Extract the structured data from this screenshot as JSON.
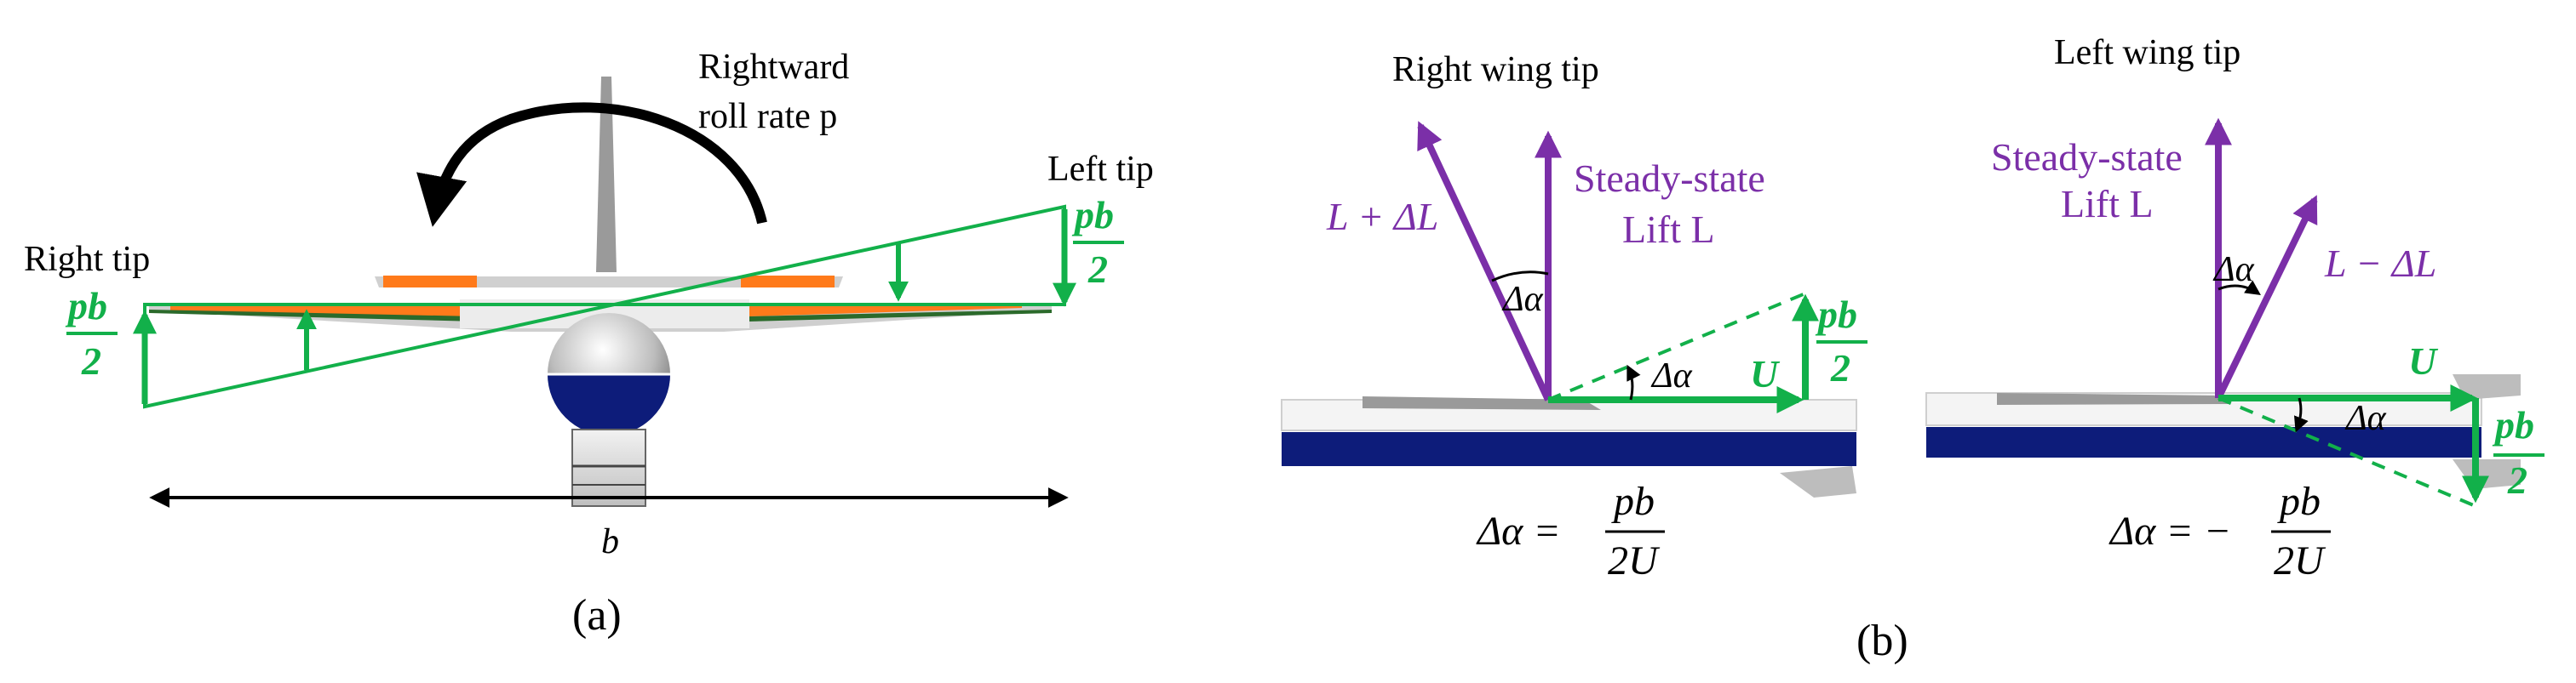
{
  "colors": {
    "green": "#12b04a",
    "purple": "#7b2fa8",
    "navy": "#0d1c7a",
    "orange": "#ff7a1a",
    "black": "#000000"
  },
  "panel_a": {
    "label": "(a)",
    "roll_label_line1": "Rightward",
    "roll_label_line2": "roll rate p",
    "left_tip": "Left tip",
    "right_tip": "Right tip",
    "pb_num": "pb",
    "pb_den": "2",
    "span_label": "b"
  },
  "panel_b": {
    "label": "(b)",
    "right": {
      "title": "Right wing tip",
      "l_plus": "L + ΔL",
      "steady_line1": "Steady-state",
      "steady_line2": "Lift L",
      "delta_alpha": "Δα",
      "u_label": "U",
      "pb_num": "pb",
      "pb_den": "2",
      "eq_lhs": "Δα =",
      "eq_num": "pb",
      "eq_den": "2U"
    },
    "left": {
      "title": "Left wing tip",
      "l_minus": "L − ΔL",
      "steady_line1": "Steady-state",
      "steady_line2": "Lift L",
      "delta_alpha": "Δα",
      "u_label": "U",
      "pb_num": "pb",
      "pb_den": "2",
      "eq_lhs": "Δα = −",
      "eq_num": "pb",
      "eq_den": "2U"
    }
  }
}
